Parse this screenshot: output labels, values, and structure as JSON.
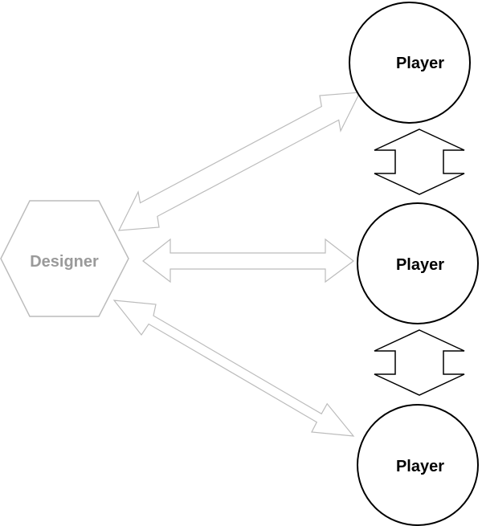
{
  "designer": {
    "label": "Designer"
  },
  "players": [
    {
      "label": "Player"
    },
    {
      "label": "Player"
    },
    {
      "label": "Player"
    }
  ],
  "colors": {
    "designer": "#9a9a9a",
    "designer_arrows": "#bcbcbc",
    "player": "#000000",
    "player_arrows": "#000000",
    "background": "#ffffff"
  }
}
